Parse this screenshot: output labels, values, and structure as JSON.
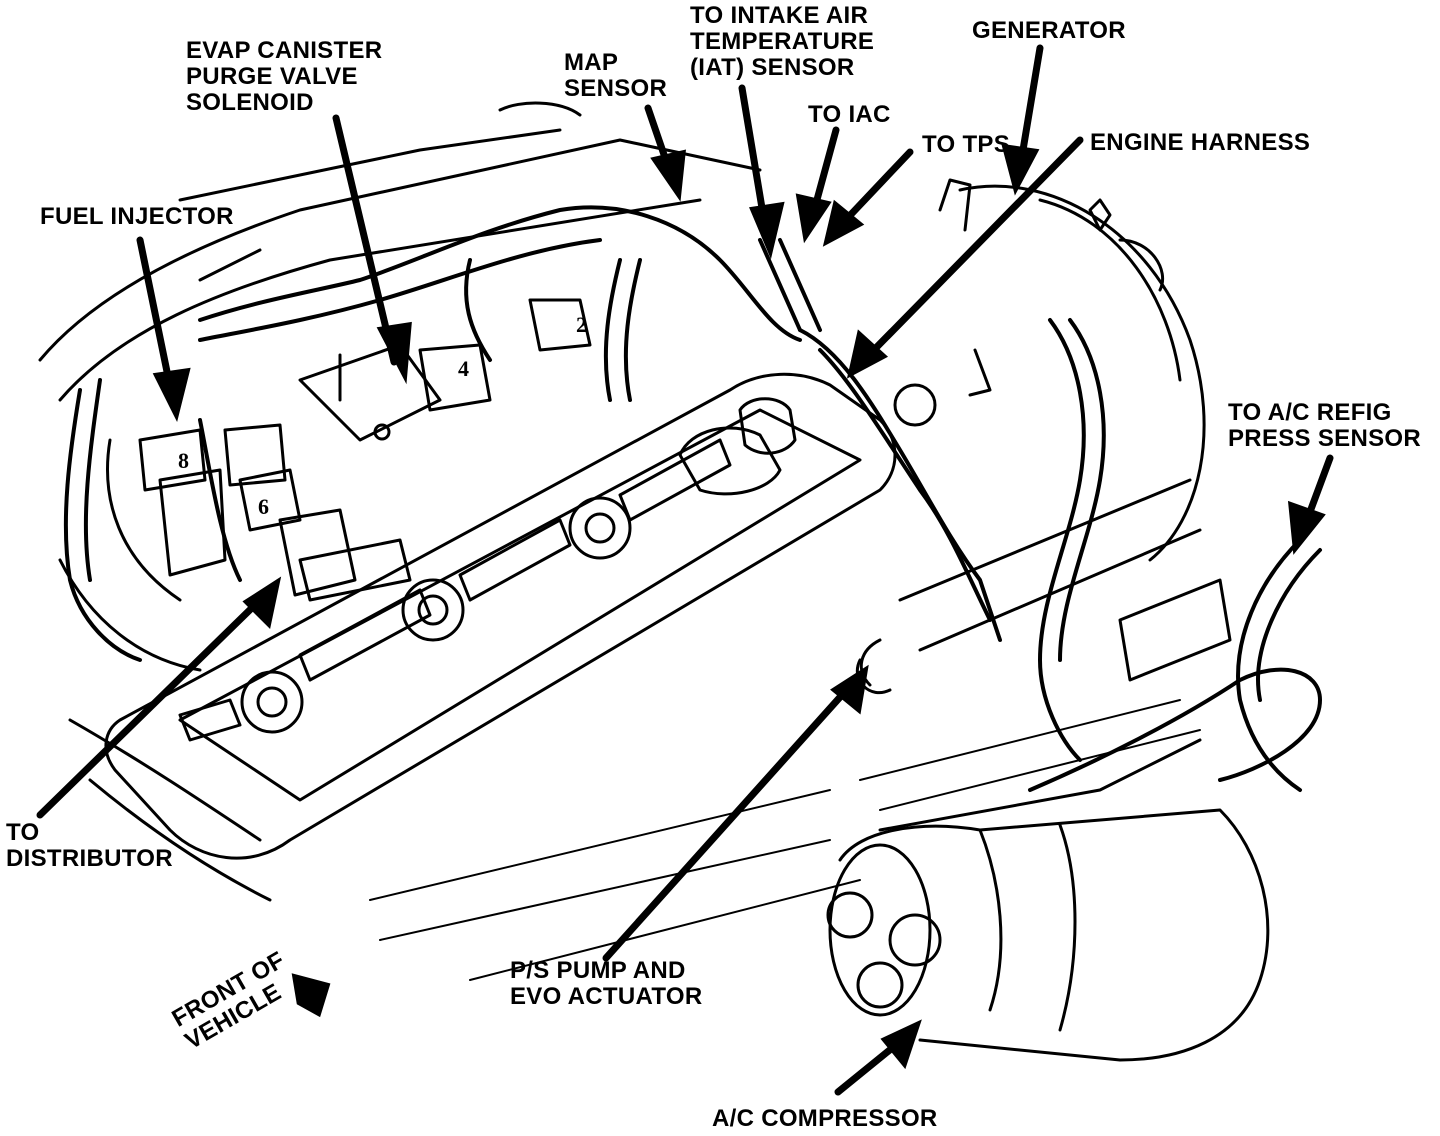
{
  "callouts": {
    "evap": [
      "EVAP CANISTER",
      "PURGE VALVE",
      "SOLENOID"
    ],
    "map": [
      "MAP",
      "SENSOR"
    ],
    "iat": [
      "TO INTAKE AIR",
      "TEMPERATURE",
      "(IAT) SENSOR"
    ],
    "generator": [
      "GENERATOR"
    ],
    "iac": [
      "TO IAC"
    ],
    "tps": [
      "TO TPS"
    ],
    "engine_harness": [
      "ENGINE HARNESS"
    ],
    "fuel_injector": [
      "FUEL INJECTOR"
    ],
    "ac_sensor": [
      "TO A/C REFIG",
      "PRESS SENSOR"
    ],
    "distributor": [
      "TO",
      "DISTRIBUTOR"
    ],
    "ps_pump": [
      "P/S PUMP AND",
      "EVO ACTUATOR"
    ],
    "front": [
      "FRONT OF",
      "VEHICLE"
    ],
    "ac_compressor": [
      "A/C COMPRESSOR"
    ]
  },
  "cylinder_numbers": {
    "cyl8": "8",
    "cyl6": "6",
    "cyl4": "4",
    "cyl2": "2"
  },
  "colors": {
    "ink": "#000000",
    "paper": "#ffffff"
  }
}
